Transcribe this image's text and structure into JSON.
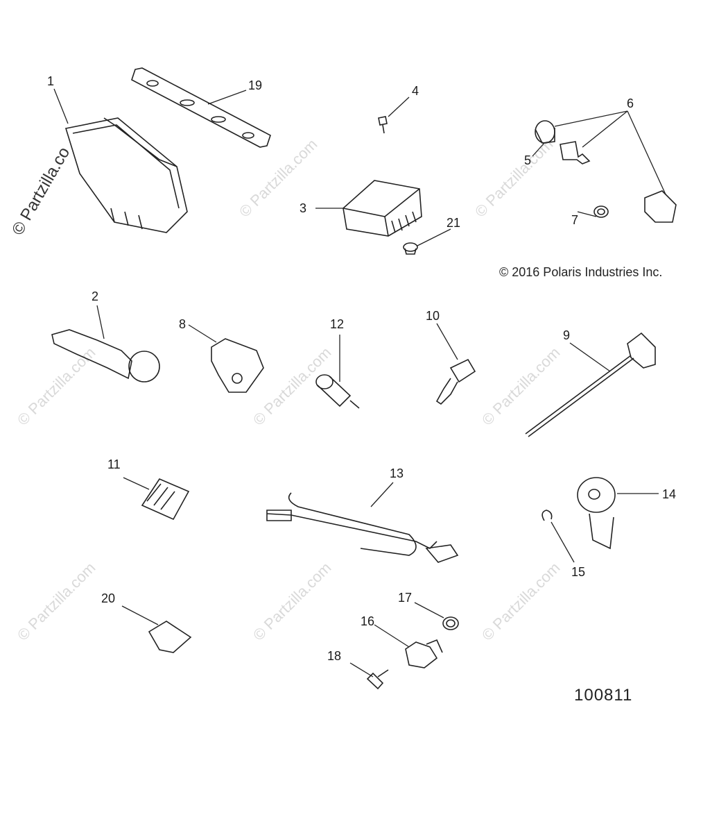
{
  "callouts": [
    {
      "id": "1",
      "text": "1"
    },
    {
      "id": "2",
      "text": "2"
    },
    {
      "id": "3",
      "text": "3"
    },
    {
      "id": "4",
      "text": "4"
    },
    {
      "id": "5",
      "text": "5"
    },
    {
      "id": "6",
      "text": "6"
    },
    {
      "id": "7",
      "text": "7"
    },
    {
      "id": "8",
      "text": "8"
    },
    {
      "id": "9",
      "text": "9"
    },
    {
      "id": "10",
      "text": "10"
    },
    {
      "id": "11",
      "text": "11"
    },
    {
      "id": "12",
      "text": "12"
    },
    {
      "id": "13",
      "text": "13"
    },
    {
      "id": "14",
      "text": "14"
    },
    {
      "id": "15",
      "text": "15"
    },
    {
      "id": "16",
      "text": "16"
    },
    {
      "id": "17",
      "text": "17"
    },
    {
      "id": "18",
      "text": "18"
    },
    {
      "id": "19",
      "text": "19"
    },
    {
      "id": "20",
      "text": "20"
    },
    {
      "id": "21",
      "text": "21"
    }
  ],
  "copyright": "© 2016 Polaris Industries Inc.",
  "diagram_id": "100811",
  "watermark": "© Partzilla.com",
  "watermark_main": "© Partzilla.co"
}
